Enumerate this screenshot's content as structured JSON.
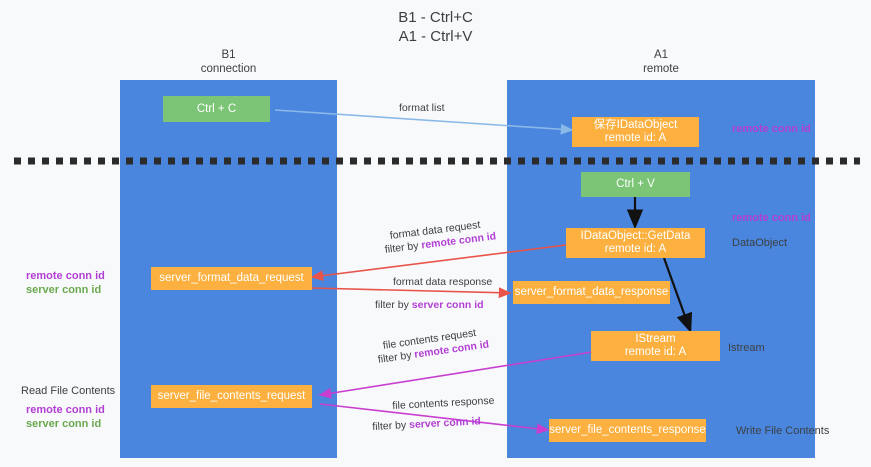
{
  "title": {
    "line1": "B1 - Ctrl+C",
    "line2": "A1 - Ctrl+V"
  },
  "columns": [
    {
      "name": "B1",
      "role": "connection"
    },
    {
      "name": "A1",
      "role": "remote"
    }
  ],
  "colors": {
    "lane": "#4a86dd",
    "green_box": "#7cc576",
    "orange_box": "#fbb040",
    "purple_text": "#b23fd4",
    "green_text": "#6aa84f",
    "dark_text": "#3c4043",
    "blue_arrow": "#8ab9e8",
    "red_arrow": "#e8544a",
    "magenta_arrow": "#c83fd0",
    "black_arrow": "#000000",
    "background": "#f8f9fa"
  },
  "boxes": {
    "ctrl_c": "Ctrl + C",
    "ctrl_v": "Ctrl + V",
    "save_dataobject": "保存IDataObject\nremote id: A",
    "getdata": "IDataObject::GetData\nremote id: A",
    "istream": "IStream\nremote id: A",
    "server_format_data_request": "server_format_data_request",
    "server_format_data_response": "server_format_data_response",
    "server_file_contents_request": "server_file_contents_request",
    "server_file_contents_response": "server_file_contents_response"
  },
  "edge_labels": {
    "format_list": "format list",
    "format_data_request": "format data request",
    "format_data_request_filter_prefix": "filter by ",
    "format_data_request_filter_key": "remote conn id",
    "format_data_response": "format data response",
    "format_data_response_filter_prefix": "filter by ",
    "format_data_response_filter_key": "server conn id",
    "file_contents_request": "file contents request",
    "file_contents_request_filter_prefix": "filter by ",
    "file_contents_request_filter_key": "remote conn id",
    "file_contents_response": "file contents response",
    "file_contents_response_filter_prefix": "filter by ",
    "file_contents_response_filter_key": "server conn id"
  },
  "annotations": {
    "right_remote_conn_id_top": "remote conn id",
    "right_remote_conn_id_mid": "remote conn id",
    "right_dataobject": "DataObject",
    "right_istream": "Istream",
    "right_write_file_contents": "Write File Contents",
    "left_remote_conn_id": "remote conn id",
    "left_server_conn_id": "server conn id",
    "left_read_file_contents": "Read File Contents",
    "left_remote_conn_id_2": "remote conn id",
    "left_server_conn_id_2": "server conn id"
  }
}
